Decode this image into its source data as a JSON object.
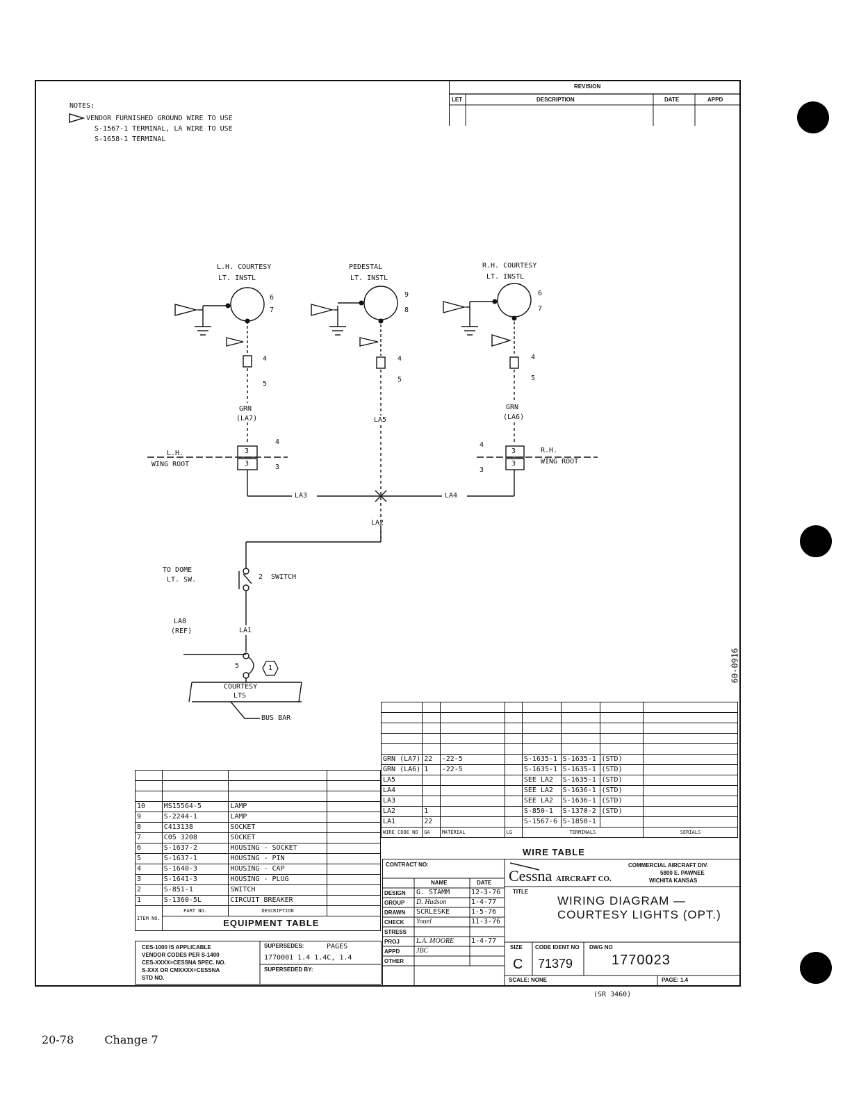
{
  "notes": {
    "header": "NOTES:",
    "line1": "VENDOR FURNISHED GROUND WIRE TO USE",
    "line2": "S-1567-1 TERMINAL, LA WIRE TO USE",
    "line3": "S-1658-1 TERMINAL"
  },
  "revision": {
    "title": "REVISION",
    "headers": [
      "LET",
      "DESCRIPTION",
      "DATE",
      "APPD"
    ]
  },
  "lights": [
    {
      "title1": "L.H. COURTESY",
      "title2": "LT. INSTL",
      "item_a": "6",
      "item_b": "7",
      "conn1": "4",
      "conn2": "5",
      "wire": "GRN",
      "wire_code": "(LA7)"
    },
    {
      "title1": "PEDESTAL",
      "title2": "LT. INSTL",
      "item_a": "9",
      "item_b": "8",
      "conn1": "4",
      "conn2": "5",
      "wire": "",
      "wire_code": "LA5"
    },
    {
      "title1": "R.H. COURTESY",
      "title2": "LT. INSTL",
      "item_a": "6",
      "item_b": "7",
      "conn1": "4",
      "conn2": "5",
      "wire": "GRN",
      "wire_code": "(LA6)"
    }
  ],
  "wing_root": {
    "lh_label": "L.H.",
    "lh_text": "WING ROOT",
    "rh_label": "R.H.",
    "rh_text": "WING ROOT",
    "item_4": "4",
    "item_3": "3",
    "pin": "3"
  },
  "wires": {
    "la3": "LA3",
    "la4": "LA4",
    "la2": "LA2"
  },
  "switch": {
    "to_dome": "TO DOME",
    "sw": "LT. SW.",
    "item": "2",
    "label": "SWITCH"
  },
  "ref": {
    "la8": "LA8",
    "ref": "(REF)",
    "la1": "LA1"
  },
  "breaker": {
    "pin": "5",
    "item": "1",
    "label1": "COURTESY",
    "label2": "LTS",
    "bus": "BUS BAR"
  },
  "side_code": "60-0916",
  "wire_table": {
    "title": "WIRE TABLE",
    "header": [
      "WIRE CODE NO",
      "GA",
      "MATERIAL",
      "LG",
      "TERMINALS",
      "",
      "",
      "SERIALS"
    ],
    "rows": [
      [
        "GRN (LA7)",
        "22",
        "-22-5",
        "",
        "S-1635-1",
        "S-1635-1",
        "(STD)",
        ""
      ],
      [
        "GRN (LA6)",
        "1",
        "-22-5",
        "",
        "S-1635-1",
        "S-1635-1",
        "(STD)",
        ""
      ],
      [
        "LA5",
        "",
        "",
        "",
        "SEE LA2",
        "S-1635-1",
        "(STD)",
        ""
      ],
      [
        "LA4",
        "",
        "",
        "",
        "SEE LA2",
        "S-1636-1",
        "(STD)",
        ""
      ],
      [
        "LA3",
        "",
        "",
        "",
        "SEE LA2",
        "S-1636-1",
        "(STD)",
        ""
      ],
      [
        "LA2",
        "1",
        "",
        "",
        "S-850-1",
        "S-1370-2",
        "(STD)",
        ""
      ],
      [
        "LA1",
        "22",
        "",
        "",
        "S-1567-6",
        "S-1850-1",
        "",
        ""
      ]
    ]
  },
  "equipment_table": {
    "title": "EQUIPMENT TABLE",
    "col_headers": [
      "ITEM NO.",
      "PART NO.",
      "DESCRIPTION"
    ],
    "rows": [
      [
        "10",
        "MS15564-5",
        "LAMP"
      ],
      [
        "9",
        "S-2244-1",
        "LAMP"
      ],
      [
        "8",
        "C413138",
        "SOCKET"
      ],
      [
        "7",
        "C05 3208",
        "SOCKET"
      ],
      [
        "6",
        "S-1637-2",
        "HOUSING - SOCKET"
      ],
      [
        "5",
        "S-1637-1",
        "HOUSING - PIN"
      ],
      [
        "4",
        "S-1640-3",
        "HOUSING - CAP"
      ],
      [
        "3",
        "S-1641-3",
        "HOUSING - PLUG"
      ],
      [
        "2",
        "S-851-1",
        "SWITCH"
      ],
      [
        "1",
        "S-1360-5L",
        "CIRCUIT BREAKER"
      ]
    ]
  },
  "title_block": {
    "contract_no": "CONTRACT NO:",
    "name_hdr": "NAME",
    "date_hdr": "DATE",
    "roles": [
      {
        "role": "DESIGN",
        "name": "G. STAMM",
        "date": "12-3-76"
      },
      {
        "role": "GROUP",
        "name": "D. Hudson",
        "date": "1-4-77"
      },
      {
        "role": "DRAWN",
        "name": "SCRLESKE",
        "date": "1-5-76"
      },
      {
        "role": "CHECK",
        "name": "Youel",
        "date": "11-3-76"
      },
      {
        "role": "STRESS",
        "name": "",
        "date": ""
      },
      {
        "role": "PROJ",
        "name": "L.A. MOORE",
        "date": "1-4-77"
      },
      {
        "role": "APPD",
        "name": "JBC",
        "date": ""
      },
      {
        "role": "OTHER",
        "name": "",
        "date": ""
      }
    ],
    "company": "Cessna",
    "company_suffix": "AIRCRAFT CO.",
    "division1": "COMMERCIAL AIRCRAFT DIV.",
    "division2": "5800 E. PAWNEE",
    "division3": "WICHITA KANSAS",
    "title_label": "TITLE",
    "title1": "WIRING DIAGRAM —",
    "title2": "COURTESY LIGHTS (OPT.)",
    "size_label": "SIZE",
    "size": "C",
    "code_ident_label": "CODE IDENT NO",
    "code_ident": "71379",
    "dwg_no_label": "DWG NO",
    "dwg_no": "1770023",
    "scale": "SCALE: NONE",
    "page": "PAGE: 1.4",
    "stamp": "(SR 3460)"
  },
  "applic": {
    "line1": "CES-1000 IS APPLICABLE",
    "line2": "VENDOR CODES PER S-1400",
    "line3": "CES-XXXX=CESSNA SPEC. NO.",
    "line4": "S-XXX OR CMXXXX=CESSNA",
    "line5": "STD NO.",
    "supersedes": "SUPERSEDES:",
    "pages": "PAGES",
    "sup_value": "1770001 1.4 1.4C, 1.4",
    "superseded_by": "SUPERSEDED BY:"
  },
  "footer": {
    "page_no": "20-78",
    "change": "Change 7"
  }
}
